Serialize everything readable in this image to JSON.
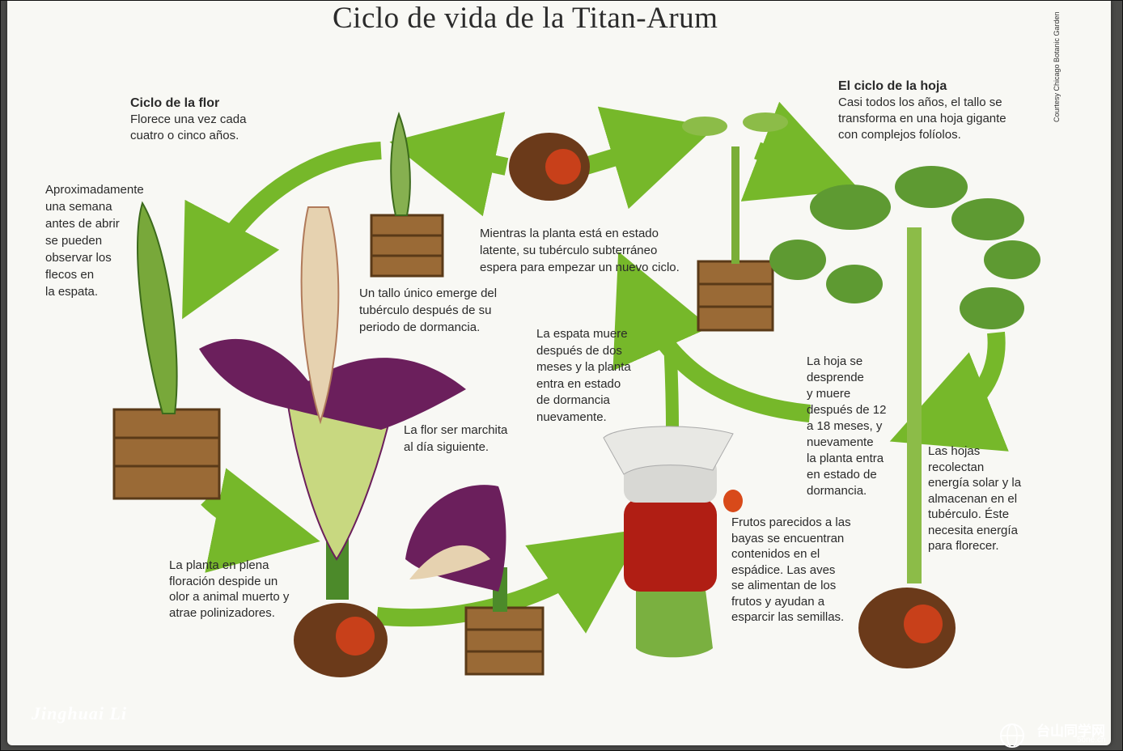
{
  "title": "Ciclo de vida de la Titan-Arum",
  "courtesy": "Courtesy Chicago Botanic Garden",
  "flower_cycle": {
    "heading": "Ciclo de la flor",
    "line1": "Florece una vez cada",
    "line2": "cuatro o cinco años."
  },
  "leaf_cycle": {
    "heading": "El ciclo de la hoja",
    "line1": "Casi todos los años, el tallo se",
    "line2": "transforma en una hoja gigante",
    "line3": "con complejos folíolos."
  },
  "captions": {
    "week_before": [
      "Aproximadamente",
      "una semana",
      "antes de abrir",
      "se pueden",
      "observar los",
      "flecos en",
      "la espata."
    ],
    "single_stalk": [
      "Un tallo único emerge del",
      "tubérculo después de su",
      "periodo de dormancia."
    ],
    "dormant": [
      "Mientras la planta está en estado",
      "latente, su tubérculo subterráneo",
      "espera para empezar un nuevo ciclo."
    ],
    "spathe_dies": [
      "La espata muere",
      "después de dos",
      "meses y la planta",
      "entra en estado",
      "de dormancia",
      "nuevamente."
    ],
    "wilts": [
      "La flor ser marchita",
      "al día siguiente."
    ],
    "full_bloom": [
      "La planta en plena",
      "floración despide un",
      "olor a animal muerto y",
      "atrae polinizadores."
    ],
    "fruits": [
      "Frutos parecidos a las",
      "bayas se encuentran",
      "contenidos en el",
      "espádice. Las aves",
      "se alimentan de los",
      "frutos y ayudan a",
      "esparcir las semillas."
    ],
    "leaf_falls": [
      "La hoja se",
      "desprende",
      "y muere",
      "después de 12",
      "a 18 meses,  y",
      "nuevamente",
      "la planta entra",
      "en estado de",
      "dormancia."
    ],
    "leaves_collect": [
      "Las hojas",
      "recolectan",
      "energía solar y la",
      "almacenan en el",
      "tubérculo. Éste",
      "necesita energía",
      "para florecer."
    ]
  },
  "watermark": "Jinghuai Li",
  "logo": {
    "text": "台山同学网",
    "url": "5one.cn"
  },
  "colors": {
    "arrow": "#76b82a",
    "flower": "#6b1f5c",
    "soil": "#4a2e14",
    "crate": "#9a6a36",
    "leaf": "#6aa83a"
  }
}
